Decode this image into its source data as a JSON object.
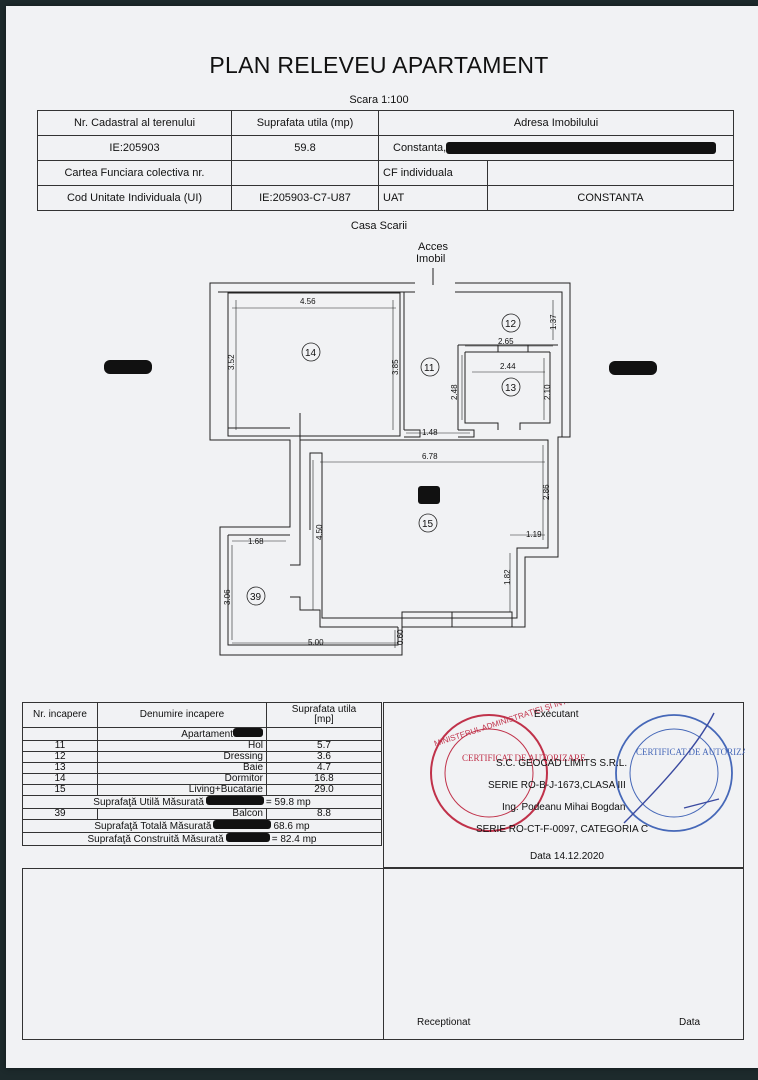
{
  "header": {
    "title": "PLAN RELEVEU APARTAMENT",
    "scale": "Scara 1:100"
  },
  "info_table": {
    "cadastral_label": "Nr. Cadastral al terenului",
    "surface_label": "Suprafata utila (mp)",
    "address_label": "Adresa Imobilului",
    "cadastral_value": "IE:205903",
    "surface_value": "59.8",
    "address_value": "Constanta,",
    "cf_collective_label": "Cartea Funciara colectiva nr.",
    "cf_individual_label": "CF individuala",
    "ui_label": "Cod Unitate Individuala (UI)",
    "ui_value": "IE:205903-C7-U87",
    "uat_label": "UAT",
    "uat_value": "CONSTANTA"
  },
  "plan": {
    "stair_label": "Casa Scarii",
    "access_line1": "Acces",
    "access_line2": "Imobil",
    "dims": {
      "d456": "4.56",
      "d352": "3.52",
      "d385": "3.85",
      "d137": "1.37",
      "d265": "2.65",
      "d244": "2.44",
      "d248": "2.48",
      "d210": "2.10",
      "d148": "1.48",
      "d678": "6.78",
      "d286": "2.86",
      "d450": "4.50",
      "d119": "1.19",
      "d168": "1.68",
      "d182": "1.82",
      "d306": "3.06",
      "d500": "5.00",
      "d060": "0.60"
    },
    "room_ids": {
      "r14": "14",
      "r12": "12",
      "r11": "11",
      "r13": "13",
      "r15": "15",
      "r39": "39"
    }
  },
  "rooms_table": {
    "col_nr": "Nr. incapere",
    "col_name": "Denumire incapere",
    "col_surface_line1": "Suprafata utila",
    "col_surface_line2": "[mp]",
    "apartment_label": "Apartament",
    "rows": [
      {
        "nr": "11",
        "name": "Hol",
        "surface": "5.7"
      },
      {
        "nr": "12",
        "name": "Dressing",
        "surface": "3.6"
      },
      {
        "nr": "13",
        "name": "Baie",
        "surface": "4.7"
      },
      {
        "nr": "14",
        "name": "Dormitor",
        "surface": "16.8"
      },
      {
        "nr": "15",
        "name": "Living+Bucatarie",
        "surface": "29.0"
      }
    ],
    "useful_label": "Suprafaţă Utilă Măsurată",
    "useful_value": "= 59.8 mp",
    "balcony": {
      "nr": "39",
      "name": "Balcon",
      "surface": "8.8"
    },
    "total_label": "Suprafaţă Totală Măsurată",
    "total_value": "68.6 mp",
    "built_label": "Suprafaţă Construită Măsurată",
    "built_value": "= 82.4 mp"
  },
  "executant": {
    "label": "Executant",
    "company": "S.C. GEOCAD LIMITS S.R.L.",
    "series_company": "SERIE RO-B-J-1673,CLASA III",
    "engineer": "Ing. Podeanu Mihai Bogdan",
    "series_engineer": "SERIE RO-CT-F-0097, CATEGORIA C",
    "date": "Data 14.12.2020"
  },
  "receptionat": {
    "label": "Receptionat",
    "date_label": "Data"
  },
  "stamps": {
    "left_ring": "MINISTERUL ADMINISTRAŢIEI ŞI INTERNELOR",
    "left_center": "CERTIFICAT DE AUTORIZARE",
    "right_center": "CERTIFICAT DE AUTORIZARE"
  },
  "colors": {
    "stamp_red": "#c0324a",
    "stamp_blue": "#4668b8",
    "paper": "#f1f2f4",
    "ink": "#111111"
  }
}
